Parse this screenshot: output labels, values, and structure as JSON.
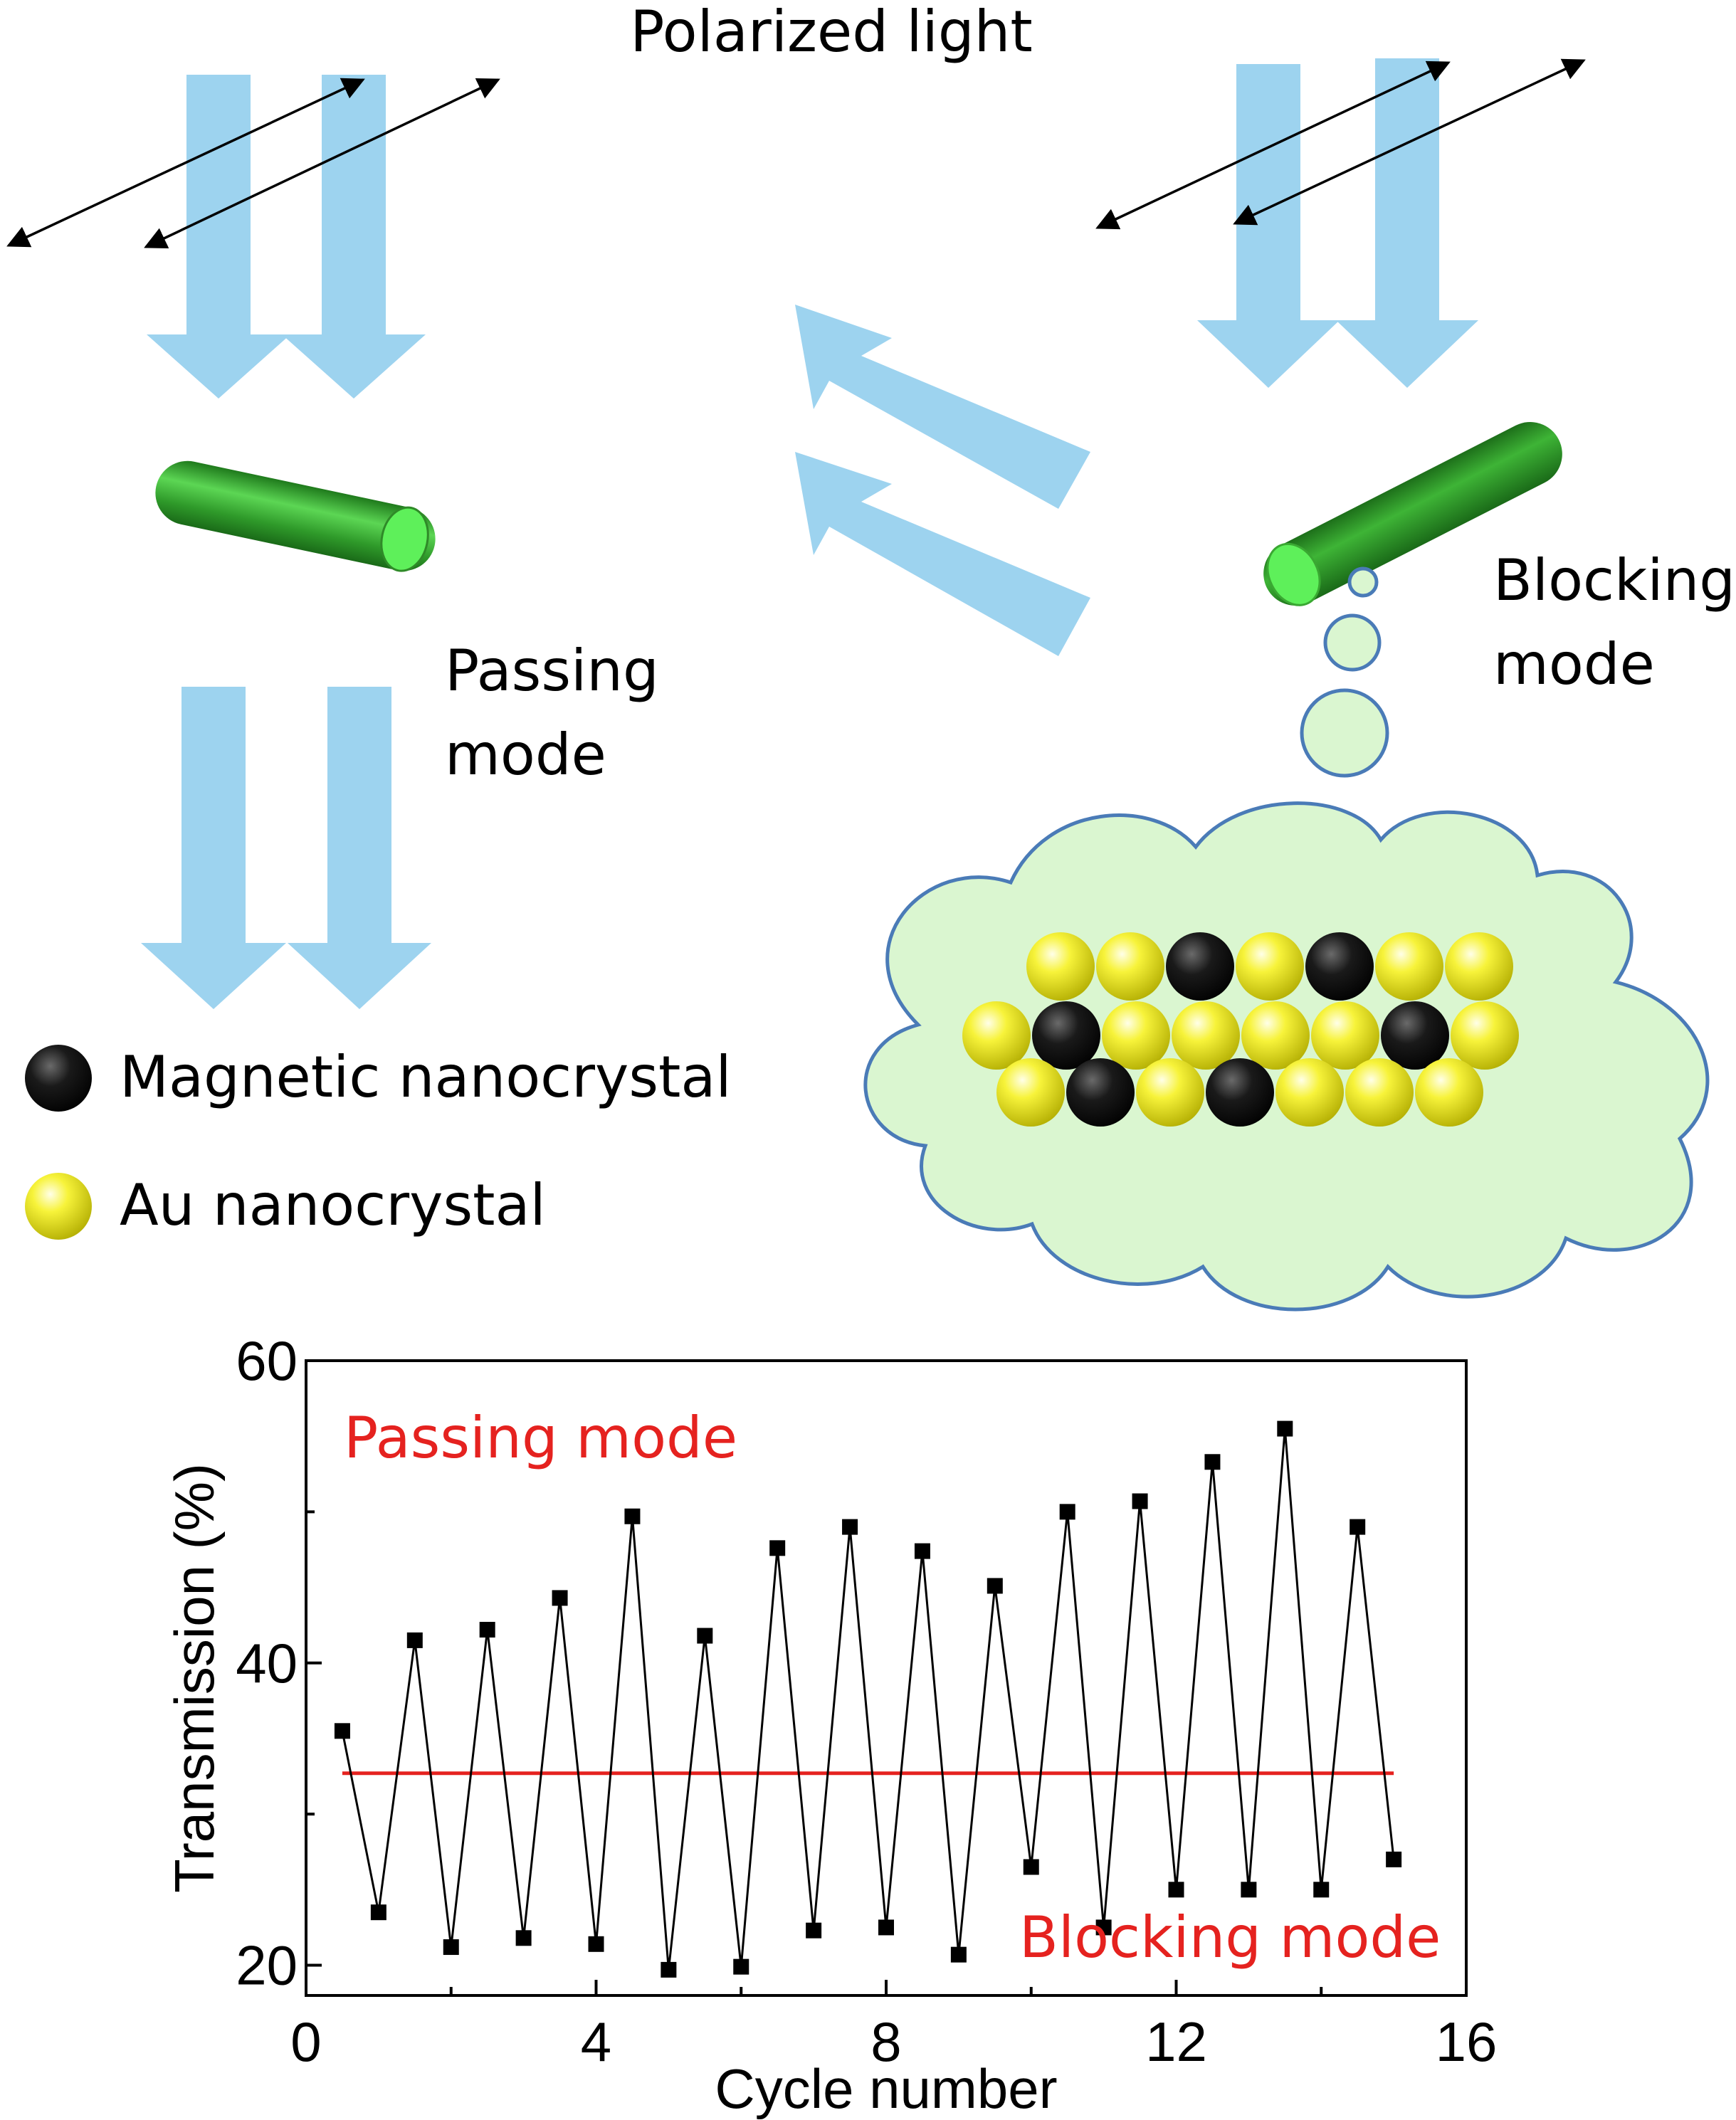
{
  "labels": {
    "polarized_light": "Polarized light",
    "passing_mode_line1": "Passing",
    "passing_mode_line2": "mode",
    "blocking_mode_line1": "Blocking",
    "blocking_mode_line2": "mode"
  },
  "legend": [
    {
      "label": "Magnetic nanocrystal",
      "color": "#111111"
    },
    {
      "label": "Au nanocrystal",
      "color": "#f2ee22"
    }
  ],
  "colors": {
    "arrow": "#9dd3ef",
    "cloud_fill": "#daf6d0",
    "cloud_stroke": "#4a7bb7",
    "rod": "#3aa832",
    "rod_end": "#5ef05a",
    "reference_line": "#e5221f"
  },
  "cluster": {
    "rows": [
      [
        "Au",
        "Au",
        "Mag",
        "Au",
        "Mag",
        "Au",
        "Au"
      ],
      [
        "Au",
        "Mag",
        "Au",
        "Au",
        "Au",
        "Au",
        "Mag",
        "Au"
      ],
      [
        "Au",
        "Mag",
        "Au",
        "Mag",
        "Au",
        "Au",
        "Au"
      ]
    ]
  },
  "chart_data": {
    "type": "line",
    "xlabel": "Cycle number",
    "ylabel": "Transmission (%)",
    "xlim": [
      0,
      16
    ],
    "ylim": [
      18,
      60
    ],
    "xticks": [
      0,
      4,
      8,
      12,
      16
    ],
    "yticks": [
      20,
      40,
      60
    ],
    "annotations": [
      "Passing mode",
      "Blocking mode"
    ],
    "reference_line": {
      "y": 32.7,
      "x_from": 0.5,
      "x_to": 15
    },
    "series": [
      {
        "marker": "square",
        "x": [
          0.5,
          1,
          1.5,
          2,
          2.5,
          3,
          3.5,
          4,
          4.5,
          5,
          5.5,
          6,
          6.5,
          7,
          7.5,
          8,
          8.5,
          9,
          9.5,
          10,
          10.5,
          11,
          11.5,
          12,
          12.5,
          13,
          13.5,
          14,
          14.5,
          15
        ],
        "y": [
          35.5,
          23.5,
          41.5,
          21.2,
          42.2,
          21.8,
          44.3,
          21.4,
          49.7,
          19.7,
          41.8,
          19.9,
          47.6,
          22.3,
          49,
          22.5,
          47.4,
          20.7,
          45.1,
          26.5,
          50,
          22.5,
          50.7,
          25,
          53.3,
          25,
          55.5,
          25,
          49,
          27
        ]
      }
    ]
  }
}
